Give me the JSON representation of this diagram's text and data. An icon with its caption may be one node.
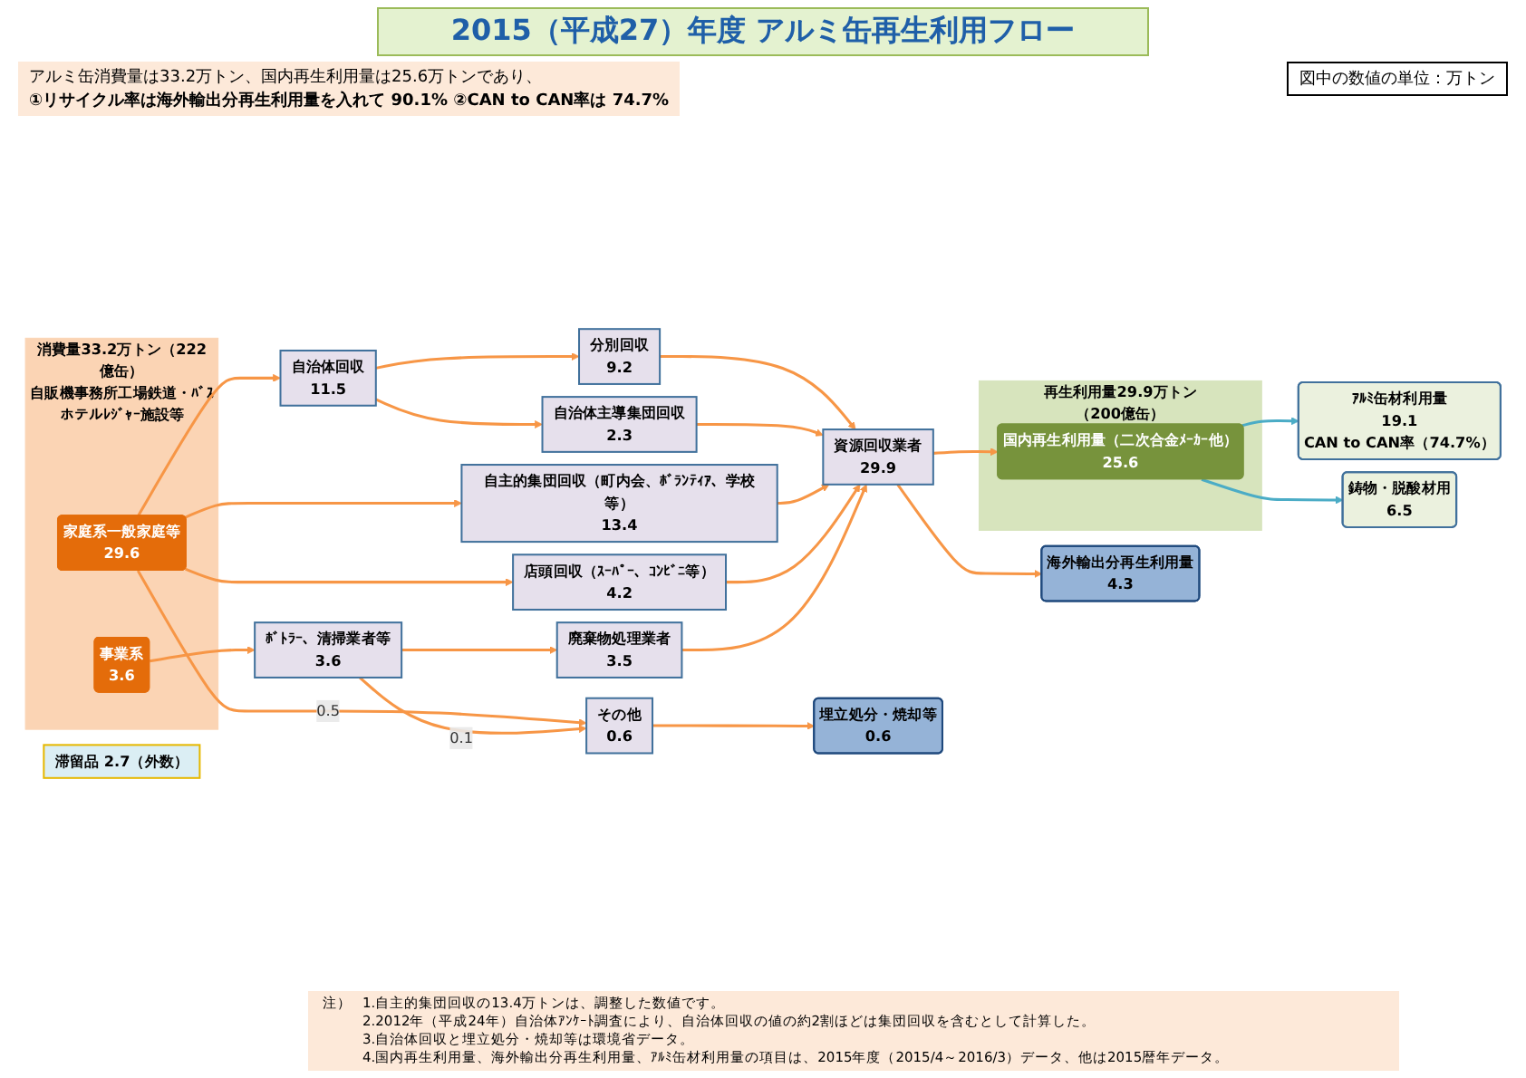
{
  "diagram": {
    "title": "2015（平成27）年度 アルミ缶再生利用フロー",
    "nodes": [
      {
        "text": [
          "消費量33.2万トン（222億缶）",
          "自販機事務所工場鉄道・ﾊﾞｽホテルﾚｼﾞｬｰ施設等"
        ]
      },
      {
        "text": [
          "家庭系一般家庭等",
          "29.6"
        ],
        "in": 0
      },
      {
        "text": [
          "事業系",
          "3.6"
        ],
        "in": 0
      },
      {
        "text": [
          "自治体回収",
          "11.5"
        ]
      },
      {
        "text": [
          "自主的集団回収（町内会、ﾎﾞﾗﾝﾃｨｱ、学校等）",
          "13.4"
        ]
      },
      {
        "text": [
          "店頭回収（ｽｰﾊﾟｰ、ｺﾝﾋﾞﾆ等）",
          "4.2"
        ]
      },
      {
        "text": [
          "ﾎﾞﾄﾗｰ、清掃業者等",
          "3.6"
        ]
      },
      {
        "text": [
          "その他",
          "0.6"
        ]
      },
      {
        "text": [
          "分別回収",
          "9.2"
        ]
      },
      {
        "text": [
          "自治体主導集団回収",
          "2.3"
        ]
      },
      {
        "text": [
          "廃棄物処理業者",
          "3.5"
        ]
      },
      {
        "text": [
          "資源回収業者",
          "29.9"
        ]
      },
      {
        "text": [
          "滞留品 2.7（外数）"
        ]
      },
      {
        "text": [
          "再生利用量29.9万トン（200億缶）"
        ]
      },
      {
        "text": [
          "国内再生利用量（二次合金ﾒｰｶｰ他）",
          "25.6"
        ],
        "in": 13
      },
      {
        "text": [
          "ｱﾙﾐ缶材利用量",
          "19.1",
          "CAN to CAN率（74.7%）"
        ]
      },
      {
        "text": [
          "鋳物・脱酸材用",
          "6.5"
        ]
      },
      {
        "text": [
          "海外輸出分再生利用量",
          "4.3"
        ]
      },
      {
        "text": [
          "埋立処分・焼却等",
          "0.6"
        ]
      }
    ],
    "edges": [
      {
        "from": 1,
        "to": 3,
        "arrow": "to"
      },
      {
        "from": 1,
        "to": 4,
        "arrow": "to"
      },
      {
        "from": 1,
        "to": 5,
        "arrow": "to"
      },
      {
        "from": 1,
        "to": 7,
        "arrow": "to",
        "label": "0.5"
      },
      {
        "from": 2,
        "to": 6,
        "arrow": "to"
      },
      {
        "from": 3,
        "to": 8,
        "arrow": "to"
      },
      {
        "from": 3,
        "to": 9,
        "arrow": "to"
      },
      {
        "from": 6,
        "to": 10,
        "arrow": "to"
      },
      {
        "from": 6,
        "to": 7,
        "arrow": "to",
        "label": "0.1"
      },
      {
        "from": 8,
        "to": 11,
        "arrow": "to"
      },
      {
        "from": 9,
        "to": 11,
        "arrow": "to"
      },
      {
        "from": 4,
        "to": 11,
        "arrow": "to"
      },
      {
        "from": 5,
        "to": 11,
        "arrow": "to"
      },
      {
        "from": 10,
        "to": 11,
        "arrow": "to"
      },
      {
        "from": 7,
        "to": 18,
        "arrow": "to"
      },
      {
        "from": 11,
        "to": 14,
        "arrow": "to"
      },
      {
        "from": 11,
        "to": 17,
        "arrow": "to"
      },
      {
        "from": 14,
        "to": 15,
        "arrow": "to",
        "color": "#4bacc6"
      },
      {
        "from": 14,
        "to": 16,
        "arrow": "to",
        "color": "#4bacc6"
      }
    ],
    "labels": [
      "アルミ缶消費量は33.2万トン、国内再生利用量は25.6万トンであり、",
      "①リサイクル率は海外輸出分再生利用量を入れて 90.1% ②CAN to CAN率は 74.7%",
      "図中の数値の単位：万トン",
      "注）",
      "1.自主的集団回収の13.4万トンは、調整した数値です。",
      "2.2012年（平成24年）自治体ｱﾝｹｰﾄ調査により、自治体回収の値の約2割ほどは集団回収を含むとして計算した。",
      "3.自治体回収と埋立処分・焼却等は環境省データ。",
      "4.国内再生利用量、海外輸出分再生利用量、ｱﾙﾐ缶材利用量の項目は、2015年度（2015/4～2016/3）データ、他は2015暦年データ。"
    ]
  }
}
